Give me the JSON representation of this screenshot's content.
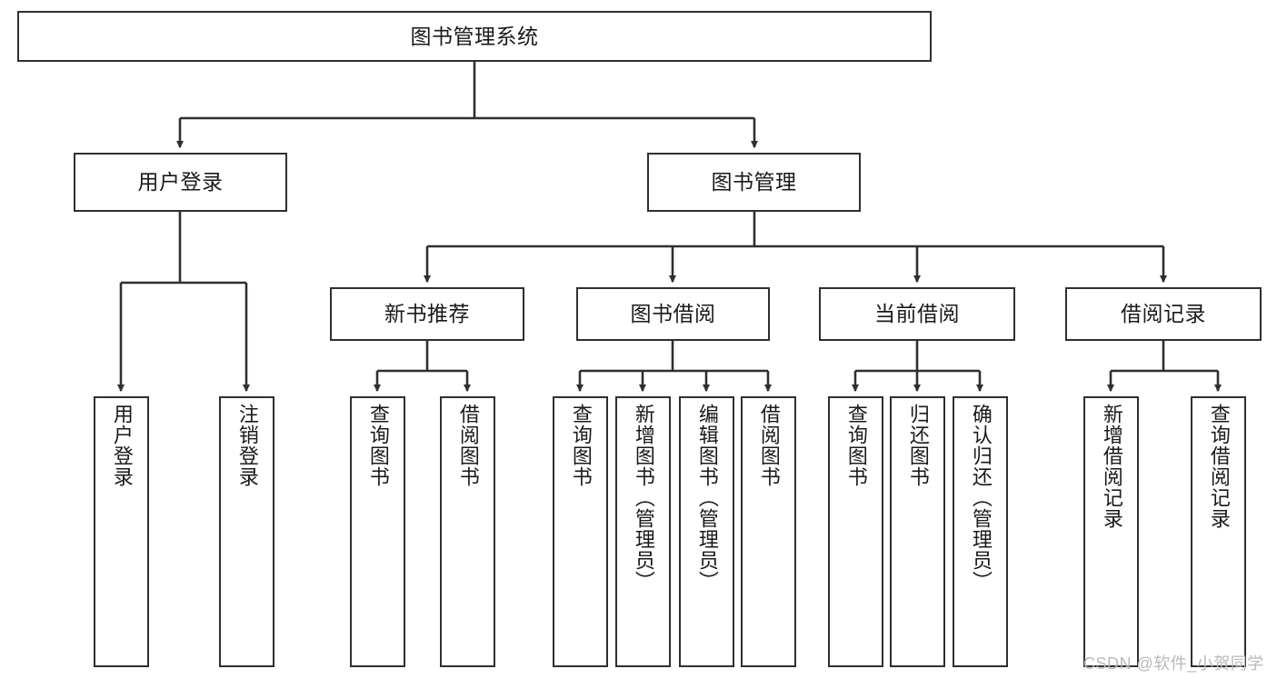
{
  "diagram": {
    "title": "图书管理系统",
    "watermark": "CSDN @软件_小贺同学",
    "colors": {
      "stroke": "#2f2f2f",
      "fill": "#ffffff",
      "text": "#1a1a1a",
      "watermark": "#b9b9b9"
    },
    "root": {
      "id": "root",
      "label": "图书管理系统",
      "level": 0
    },
    "level2": [
      {
        "id": "user-login",
        "label": "用户登录"
      },
      {
        "id": "book-manage",
        "label": "图书管理"
      }
    ],
    "level3": [
      {
        "id": "new-book-recommend",
        "label": "新书推荐"
      },
      {
        "id": "book-borrow",
        "label": "图书借阅"
      },
      {
        "id": "current-borrow",
        "label": "当前借阅"
      },
      {
        "id": "borrow-record",
        "label": "借阅记录"
      }
    ],
    "leaves": {
      "user-login": [
        {
          "id": "leaf-user-login",
          "label": "用户登录"
        },
        {
          "id": "leaf-logout",
          "label": "注销登录"
        }
      ],
      "new-book-recommend": [
        {
          "id": "leaf-query-book-1",
          "label": "查询图书"
        },
        {
          "id": "leaf-borrow-book-1",
          "label": "借阅图书"
        }
      ],
      "book-borrow": [
        {
          "id": "leaf-query-book-2",
          "label": "查询图书"
        },
        {
          "id": "leaf-add-book",
          "label": "新增图书（管理员）"
        },
        {
          "id": "leaf-edit-book",
          "label": "编辑图书（管理员）"
        },
        {
          "id": "leaf-borrow-book-2",
          "label": "借阅图书"
        }
      ],
      "current-borrow": [
        {
          "id": "leaf-query-book-3",
          "label": "查询图书"
        },
        {
          "id": "leaf-return-book",
          "label": "归还图书"
        },
        {
          "id": "leaf-confirm-return",
          "label": "确认归还（管理员）"
        }
      ],
      "borrow-record": [
        {
          "id": "leaf-add-record",
          "label": "新增借阅记录"
        },
        {
          "id": "leaf-query-record",
          "label": "查询借阅记录"
        }
      ]
    }
  }
}
